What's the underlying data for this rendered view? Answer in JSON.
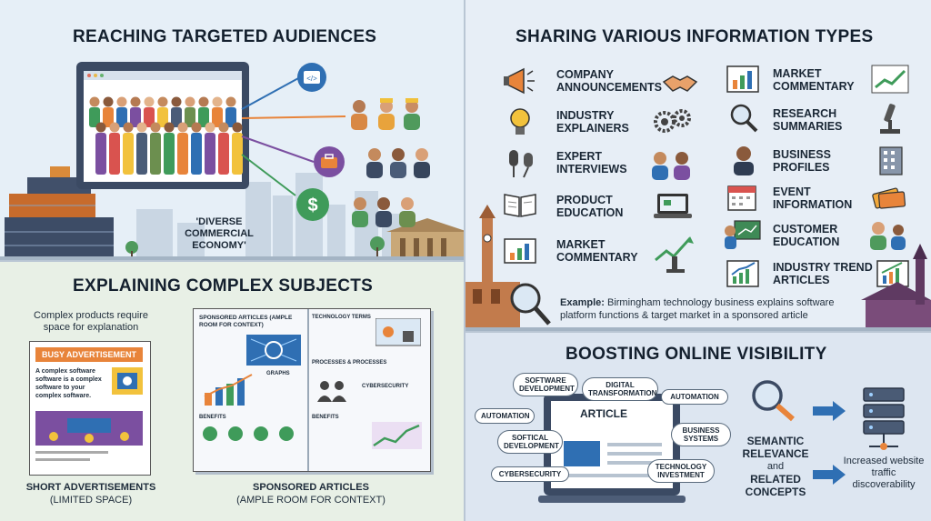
{
  "q1": {
    "title": "REACHING TARGETED AUDIENCES",
    "quote": "'DIVERSE COMMERCIAL ECONOMY'"
  },
  "q2": {
    "title": "SHARING VARIOUS INFORMATION TYPES",
    "left_items": [
      "COMPANY ANNOUNCEMENTS",
      "INDUSTRY EXPLAINERS",
      "EXPERT INTERVIEWS",
      "PRODUCT EDUCATION",
      "MARKET COMMENTARY"
    ],
    "right_items": [
      "MARKET COMMENTARY",
      "RESEARCH SUMMARIES",
      "BUSINESS PROFILES",
      "EVENT INFORMATION",
      "CUSTOMER EDUCATION",
      "INDUSTRY TREND ARTICLES"
    ],
    "example_label": "Example:",
    "example_text": "Birmingham technology business explains software platform functions & target market in a sponsored article"
  },
  "q3": {
    "title": "EXPLAINING COMPLEX SUBJECTS",
    "note": "Complex products require space for explanation",
    "ad_header": "BUSY ADVERTISEMENT",
    "ad_text": "A complex software software is a complex software to your complex software.",
    "sponsored_heading": "SPONSORED ARTICLES (AMPLE ROOM FOR CONTEXT)",
    "technology_terms": "TECHNOLOGY TERMS",
    "graphs": "GRAPHS",
    "processes": "PROCESSES & PROCESSES",
    "cybersecurity": "CYBERSECURITY",
    "benefits": "BENEFITS",
    "benefits2": "BENEFITS",
    "caption_left_1": "SHORT ADVERTISEMENTS",
    "caption_left_2": "(LIMITED SPACE)",
    "caption_right_1": "SPONSORED ARTICLES",
    "caption_right_2": "(AMPLE ROOM FOR CONTEXT)"
  },
  "q4": {
    "title": "BOOSTING ONLINE VISIBILITY",
    "article": "ARTICLE",
    "clouds": [
      "SOFTWARE DEVELOPMENT",
      "DIGITAL TRANSFORMATION",
      "AUTOMATION",
      "AUTOMATION",
      "SOFTICAL DEVELOPMENT",
      "BUSINESS SYSTEMS",
      "TECHNOLOGY INVESTMENT",
      "CYBERSECURITY"
    ],
    "semantic": "SEMANTIC RELEVANCE",
    "and": "and",
    "related": "RELATED CONCEPTS",
    "result": "Increased website traffic discoverability"
  },
  "colors": {
    "accent_orange": "#e8843a",
    "accent_green": "#3f9b5a",
    "accent_blue": "#2f6fb3",
    "purple": "#7b4fa0"
  }
}
